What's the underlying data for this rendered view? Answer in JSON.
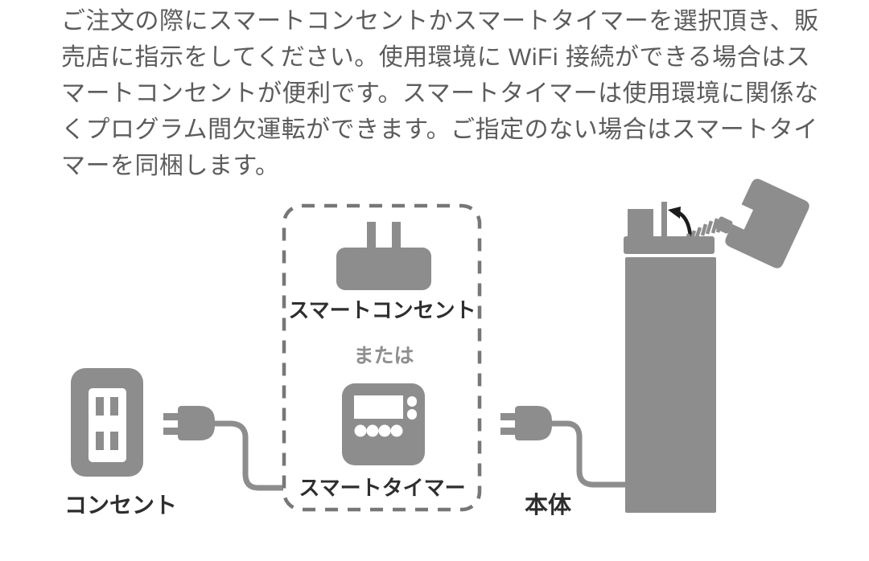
{
  "intro": {
    "text": "ご注文の際にスマートコンセントかスマートタイマーを選択頂き、販\n売店に指示をしてください。使用環境に WiFi 接続ができる場合はス\nマートコンセントが便利です。スマートタイマーは使用環境に関係な\nくプログラム間欠運転ができます。ご指定のない場合はスマートタイ\nマーを同梱します。"
  },
  "diagram": {
    "outlet_label": "コンセント",
    "smart_plug_label": "スマートコンセント",
    "or_label": "または",
    "smart_timer_label": "スマートタイマー",
    "main_unit_label": "本体",
    "icons": [
      "wall-outlet-icon",
      "power-plug-left-icon",
      "smart-plug-icon",
      "smart-timer-icon",
      "power-plug-right-icon",
      "main-unit-icon",
      "open-lid-icon",
      "spring-icon",
      "open-direction-arrow-icon"
    ]
  },
  "colors": {
    "background": "#ffffff",
    "icon_gray": "#8d8d8d",
    "dash_gray": "#777777",
    "paragraph_gray": "#5c5c5c",
    "label_dark": "#2e2e2e",
    "or_gray": "#8f8f8f",
    "arrow_black": "#1c1c1c"
  }
}
